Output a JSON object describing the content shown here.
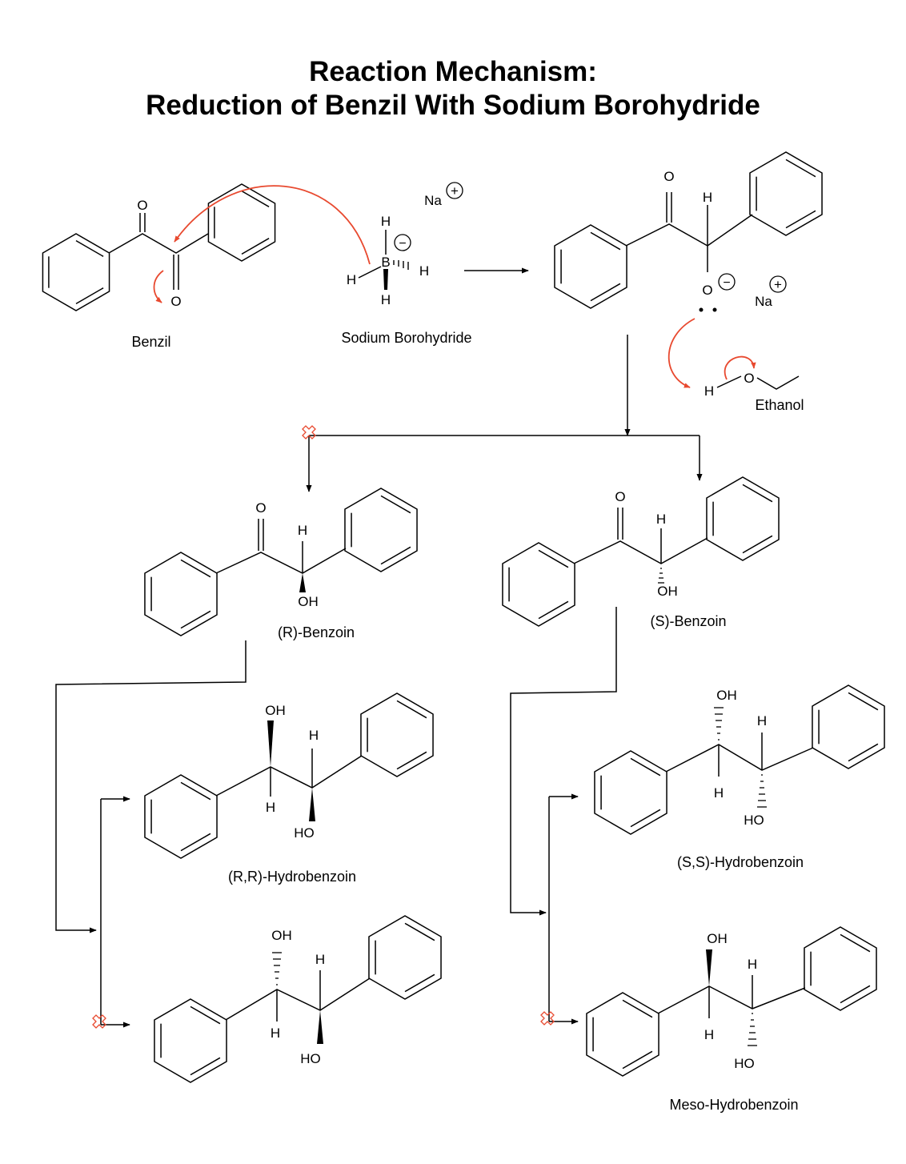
{
  "title_line1": "Reaction Mechanism:",
  "title_line2": "Reduction of Benzil With Sodium Borohydride",
  "colors": {
    "arrow_accent": "#e8492f",
    "ink": "#000000"
  },
  "atoms": {
    "O": "O",
    "H": "H",
    "B": "B",
    "Na": "Na",
    "OH": "OH",
    "HO": "HO",
    "plus": "+",
    "minus": "−"
  },
  "labels": {
    "benzil": "Benzil",
    "sodium_borohydride": "Sodium Borohydride",
    "ethanol": "Ethanol",
    "r_benzoin": "(R)-Benzoin",
    "s_benzoin": "(S)-Benzoin",
    "rr_hydrobenzoin": "(R,R)-Hydrobenzoin",
    "ss_hydrobenzoin": "(S,S)-Hydrobenzoin",
    "meso_hydrobenzoin": "Meso-Hydrobenzoin"
  }
}
